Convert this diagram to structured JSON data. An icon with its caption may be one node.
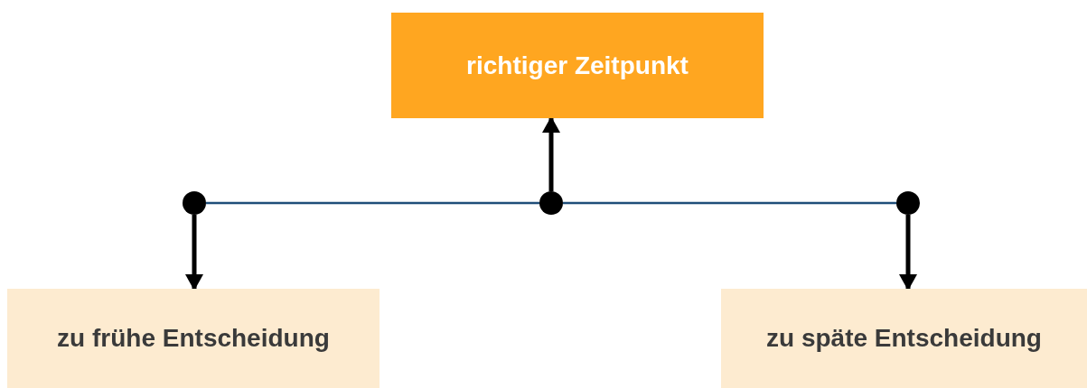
{
  "diagram": {
    "nodes": [
      {
        "text": [
          "richtiger Zeitpunkt"
        ]
      },
      {
        "text": [
          "zu frühe Entscheidung"
        ]
      },
      {
        "text": [
          "zu späte Entscheidung"
        ]
      },
      {
        "text": [],
        "shape": "circle"
      },
      {
        "text": [],
        "shape": "circle"
      },
      {
        "text": [],
        "shape": "circle"
      }
    ],
    "edges": [
      {
        "from": 3,
        "to": 4,
        "arrow": "none",
        "color": "#1f4e79"
      },
      {
        "from": 4,
        "to": 5,
        "arrow": "none",
        "color": "#1f4e79"
      },
      {
        "from": 4,
        "to": 0,
        "arrow": "to"
      },
      {
        "from": 3,
        "to": 1,
        "arrow": "to"
      },
      {
        "from": 5,
        "to": 2,
        "arrow": "to"
      }
    ]
  }
}
